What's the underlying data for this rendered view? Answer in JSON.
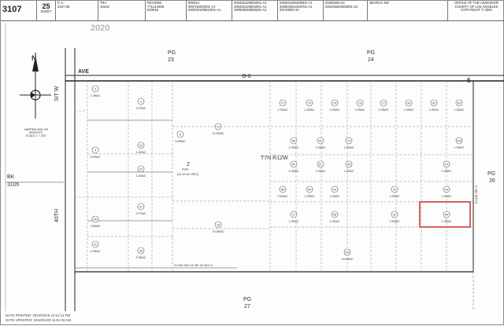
{
  "header": {
    "map_no": "3107",
    "page_no": "25",
    "sheet_label": "SHEET",
    "pa_label": "P. A.",
    "pa_value": "3107-25",
    "tra_label": "TRA",
    "tra_value": "10218",
    "revised_label": "REVISED",
    "revised_lines": [
      "771214009",
      "810915"
    ],
    "col4_lines": [
      "900314",
      "900702200401-A1",
      "200202120501001-A1"
    ],
    "col5_lines": [
      "200202120502001-A1",
      "200202120604001-A1",
      "200506020800201-A1"
    ],
    "col6_lines": [
      "200402192200901-A1",
      "200804021200701-A1",
      "20120502-24"
    ],
    "col7_lines": [
      "20200202-24",
      "200203240200001-24"
    ],
    "search_label": "SEARCH NO",
    "office_lines": [
      "OFFICE OF THE ASSESSOR",
      "COUNTY OF LOS ANGELES",
      "COPYRIGHT © 2002"
    ]
  },
  "year": "2020",
  "labels": {
    "pg23": [
      "PG",
      "23"
    ],
    "pg24": [
      "PG",
      "24"
    ],
    "pg26": [
      "PG",
      "26"
    ],
    "pg27": [
      "PG",
      "27"
    ],
    "bk": [
      "BK",
      "3105"
    ],
    "ave": "AVE",
    "ave_g8": "G-8",
    "sec6": "6",
    "street_w": "SIT W",
    "street_40th": "40TH",
    "township": "T7N R12W",
    "mapping": [
      "MAPPING AND GIS",
      "SERVICES",
      "SCALE 1\" = 330'"
    ],
    "n_arrow": "N",
    "por": "POR",
    "por_area": "(41.42 AC REC)",
    "sec_line": "S LINE NW 1/4 SW 1/4 SEC 6",
    "east_line": "E LINE SEC 6"
  },
  "parcels": [
    {
      "no": "2",
      "area": "1.25tAC"
    },
    {
      "no": "3",
      "area": "2.37tAC"
    },
    {
      "no": "71",
      "area": "1.25tAC"
    },
    {
      "no": "74",
      "area": "1.25tAC"
    },
    {
      "no": "75",
      "area": "1.25tAC"
    },
    {
      "no": "76",
      "area": "1.25tAC"
    },
    {
      "no": "77",
      "area": "1.25tAC"
    },
    {
      "no": "49",
      "area": "1.25tAC"
    },
    {
      "no": "82",
      "area": "1.25tAC"
    },
    {
      "no": "83",
      "area": "1.25tAC"
    },
    {
      "no": "30",
      "area": "1.19tAC"
    },
    {
      "no": "8",
      "area": "0.69tAC"
    },
    {
      "no": "14",
      "area": "10.30tAC"
    },
    {
      "no": "58",
      "area": "1.25tAC"
    },
    {
      "no": "60",
      "area": "1.25tAC"
    },
    {
      "no": "79",
      "area": "1.25tAC"
    },
    {
      "no": "102",
      "area": "1.25tAC"
    },
    {
      "no": "4",
      "area": "5.00tAC"
    },
    {
      "no": "31",
      "area": "1.16tAC"
    },
    {
      "no": "59",
      "area": "1.25tAC"
    },
    {
      "no": "81",
      "area": "1.25tAC"
    },
    {
      "no": "95",
      "area": "1.25tAC"
    },
    {
      "no": "93",
      "area": "1.25tAC"
    },
    {
      "no": "84",
      "area": "0.63tAC"
    },
    {
      "no": "80",
      "area": "1.25tAC"
    },
    {
      "no": "42",
      "area": "1.25tAC"
    },
    {
      "no": "33",
      "area": "1.25tAC"
    },
    {
      "no": "63",
      "area": "1.25tAC"
    },
    {
      "no": "37",
      "area": "2.37tAC"
    },
    {
      "no": "40",
      "area": "2.50tAC"
    },
    {
      "no": "72",
      "area": "1.25tAC"
    },
    {
      "no": "58",
      "area": "1.25tAC"
    },
    {
      "no": "32",
      "area": "1.25tAC"
    },
    {
      "no": "84",
      "area": "1.25tAC"
    },
    {
      "no": "16",
      "area": "10.35tAC"
    },
    {
      "no": "41",
      "area": "1.25tAC"
    },
    {
      "no": "38",
      "area": "2.38tAC"
    },
    {
      "no": "101",
      "area": "10.09tAC"
    }
  ],
  "footer": {
    "printed": "DATE PRINTED: 2024/02/19 12:11:14 PM",
    "updated": "DATE UPDATED: 2024/01/29 11:51:30 AM"
  }
}
